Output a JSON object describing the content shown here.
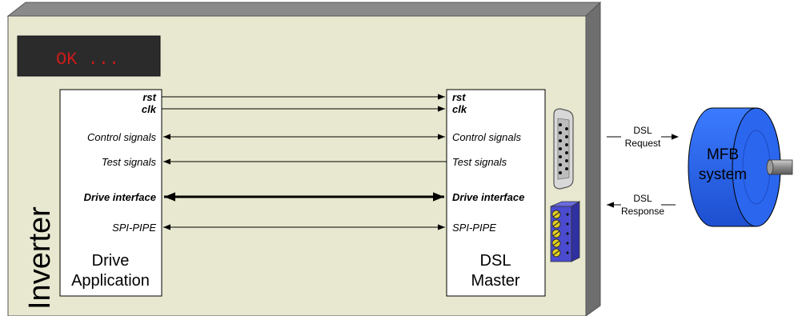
{
  "display": {
    "text": "OK ...",
    "text_color": "#cc1a1a",
    "bg_color": "#2b2b2b"
  },
  "panel": {
    "label": "Inverter",
    "face_color": "#e8e8d0",
    "top_color": "#8a8a8a",
    "side_color": "#6e6e6e"
  },
  "drive_app": {
    "line1": "Drive",
    "line2": "Application"
  },
  "dsl_master": {
    "line1": "DSL",
    "line2": "Master"
  },
  "signals": {
    "rst": "rst",
    "clk": "clk",
    "control": "Control signals",
    "test": "Test signals",
    "drive_interface": "Drive interface",
    "spi_pipe": "SPI-PIPE"
  },
  "links": {
    "request_line1": "DSL",
    "request_line2": "Request",
    "response_line1": "DSL",
    "response_line2": "Response"
  },
  "motor": {
    "line1": "MFB",
    "line2": "system",
    "color": "#2563eb"
  },
  "icons": [
    "d-sub-connector-icon",
    "terminal-block-icon"
  ]
}
